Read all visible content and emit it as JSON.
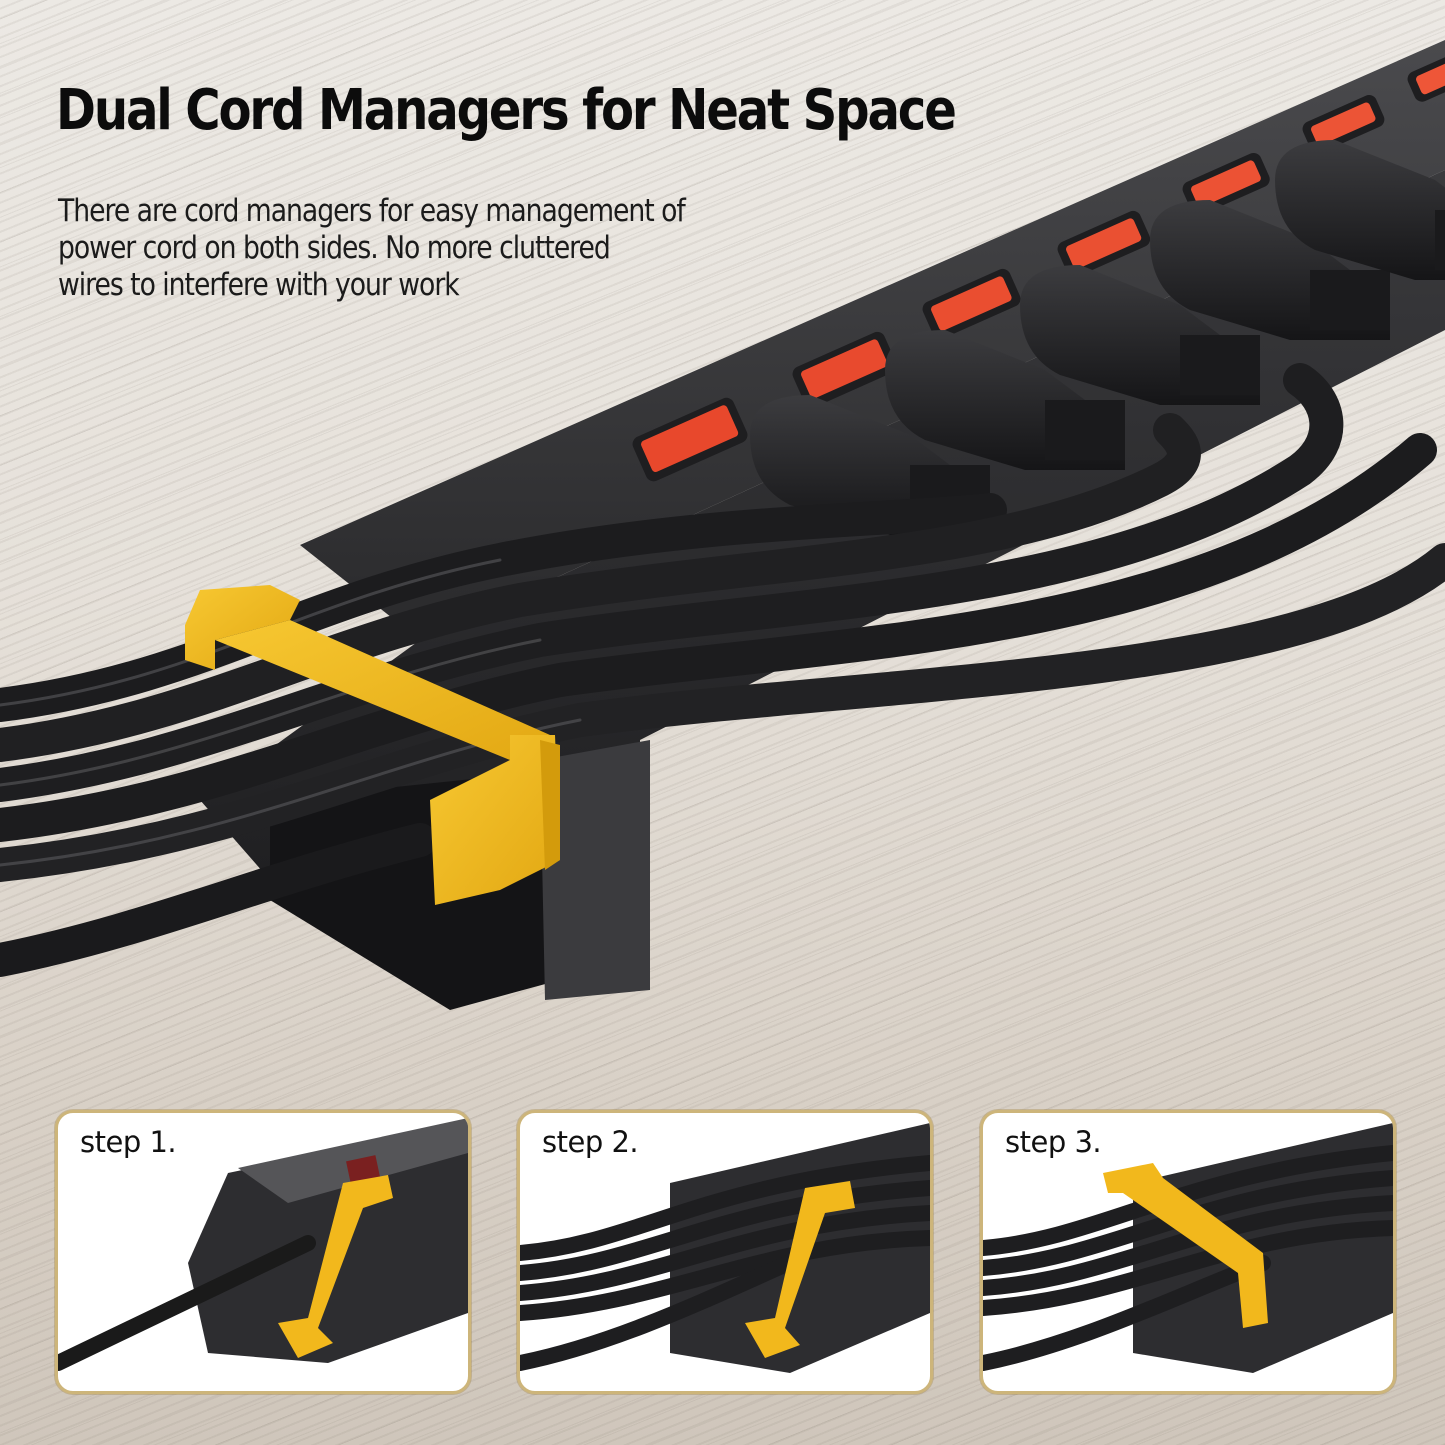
{
  "headline": "Dual Cord Managers for Neat Space",
  "description": {
    "line1": "There are cord managers for easy management of",
    "line2": "power cord on both sides. No more cluttered",
    "line3": "wires to interfere with your work"
  },
  "product": {
    "name": "power strip with rocker switches",
    "visible_outlets": 6,
    "switch_color": "#e8482c",
    "body_color": "#2e2e30",
    "cord_manager_color": "#f2b81c",
    "cord_color": "#1c1c1e"
  },
  "steps": [
    {
      "label": "step 1.",
      "description_visual": "cord manager clip inserted into strip end"
    },
    {
      "label": "step 2.",
      "description_visual": "cords routed into clip"
    },
    {
      "label": "step 3.",
      "description_visual": "clip closed over cords"
    }
  ],
  "colors": {
    "background_wood": "#e6e1da",
    "text": "#111111",
    "step_border": "#cdb57a",
    "step_background": "#ffffff",
    "accent_yellow": "#f2b81c"
  }
}
